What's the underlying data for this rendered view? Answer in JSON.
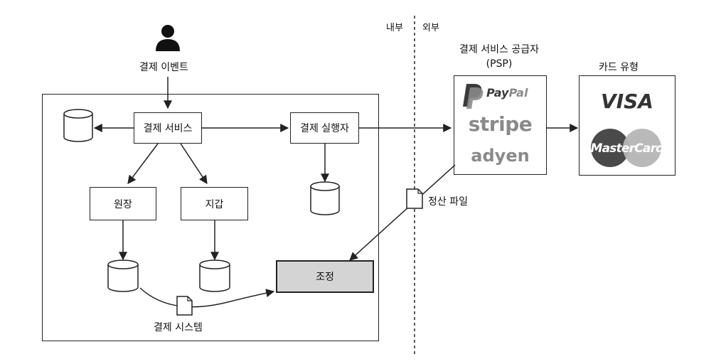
{
  "labels": {
    "inside": "내부",
    "outside": "외부",
    "payment_event": "결제 이벤트",
    "psp_title_line1": "결제 서비스 공급자",
    "psp_title_line2": "(PSP)",
    "card_types": "카드 유형",
    "settlement_file": "정산 파일",
    "payment_system": "결제 시스템"
  },
  "nodes": {
    "payment_service": "결제 서비스",
    "payment_executor": "결제 실행자",
    "ledger": "원장",
    "wallet": "지갑",
    "reconciliation": "조정"
  },
  "psp_logos": {
    "paypal_pay": "Pay",
    "paypal_pal": "Pal",
    "stripe": "stripe",
    "adyen": "adyen"
  },
  "card_logos": {
    "visa": "VISA",
    "mastercard": "MasterCard"
  },
  "colors": {
    "line": "#222222",
    "reconciliation_fill": "#d4d4d4",
    "logo_gray": "#8a8a8a",
    "paypal_dark": "#3a3a3a",
    "mastercard_left": "#4a4a4a",
    "mastercard_right": "#b5b5b5"
  }
}
